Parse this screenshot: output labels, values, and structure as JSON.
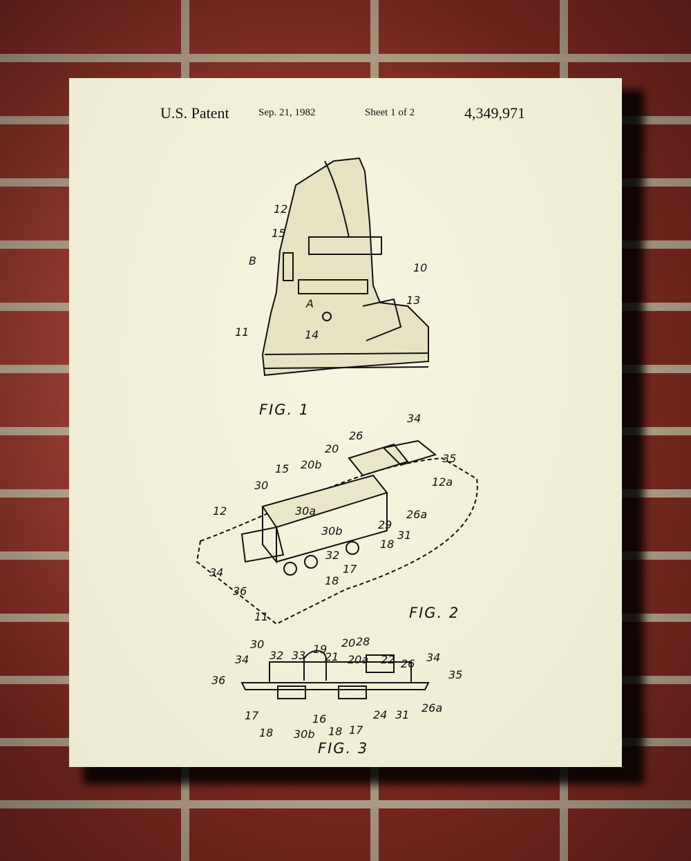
{
  "header": {
    "office": "U.S. Patent",
    "date": "Sep. 21, 1982",
    "sheet": "Sheet 1 of 2",
    "number": "4,349,971"
  },
  "figures": [
    "FIG. 1",
    "FIG. 2",
    "FIG. 3"
  ],
  "fig1_labels": [
    "12",
    "15",
    "B",
    "10",
    "13",
    "A",
    "14",
    "11"
  ],
  "fig2_labels": [
    "34",
    "35",
    "26",
    "20",
    "20b",
    "15",
    "12a",
    "30",
    "30a",
    "26a",
    "12",
    "29",
    "30b",
    "18",
    "31",
    "32",
    "17",
    "34",
    "36",
    "18",
    "11"
  ],
  "fig3_labels": [
    "30",
    "32",
    "33",
    "19",
    "21",
    "20",
    "28",
    "20a",
    "22",
    "26",
    "34",
    "34",
    "36",
    "35",
    "17",
    "26a",
    "24",
    "31",
    "18",
    "16",
    "30b",
    "18",
    "17"
  ],
  "colors": {
    "paper": "#f3f1d8",
    "brick": "#8e2f22",
    "mortar": "#b9a78f",
    "ink": "#111111"
  }
}
